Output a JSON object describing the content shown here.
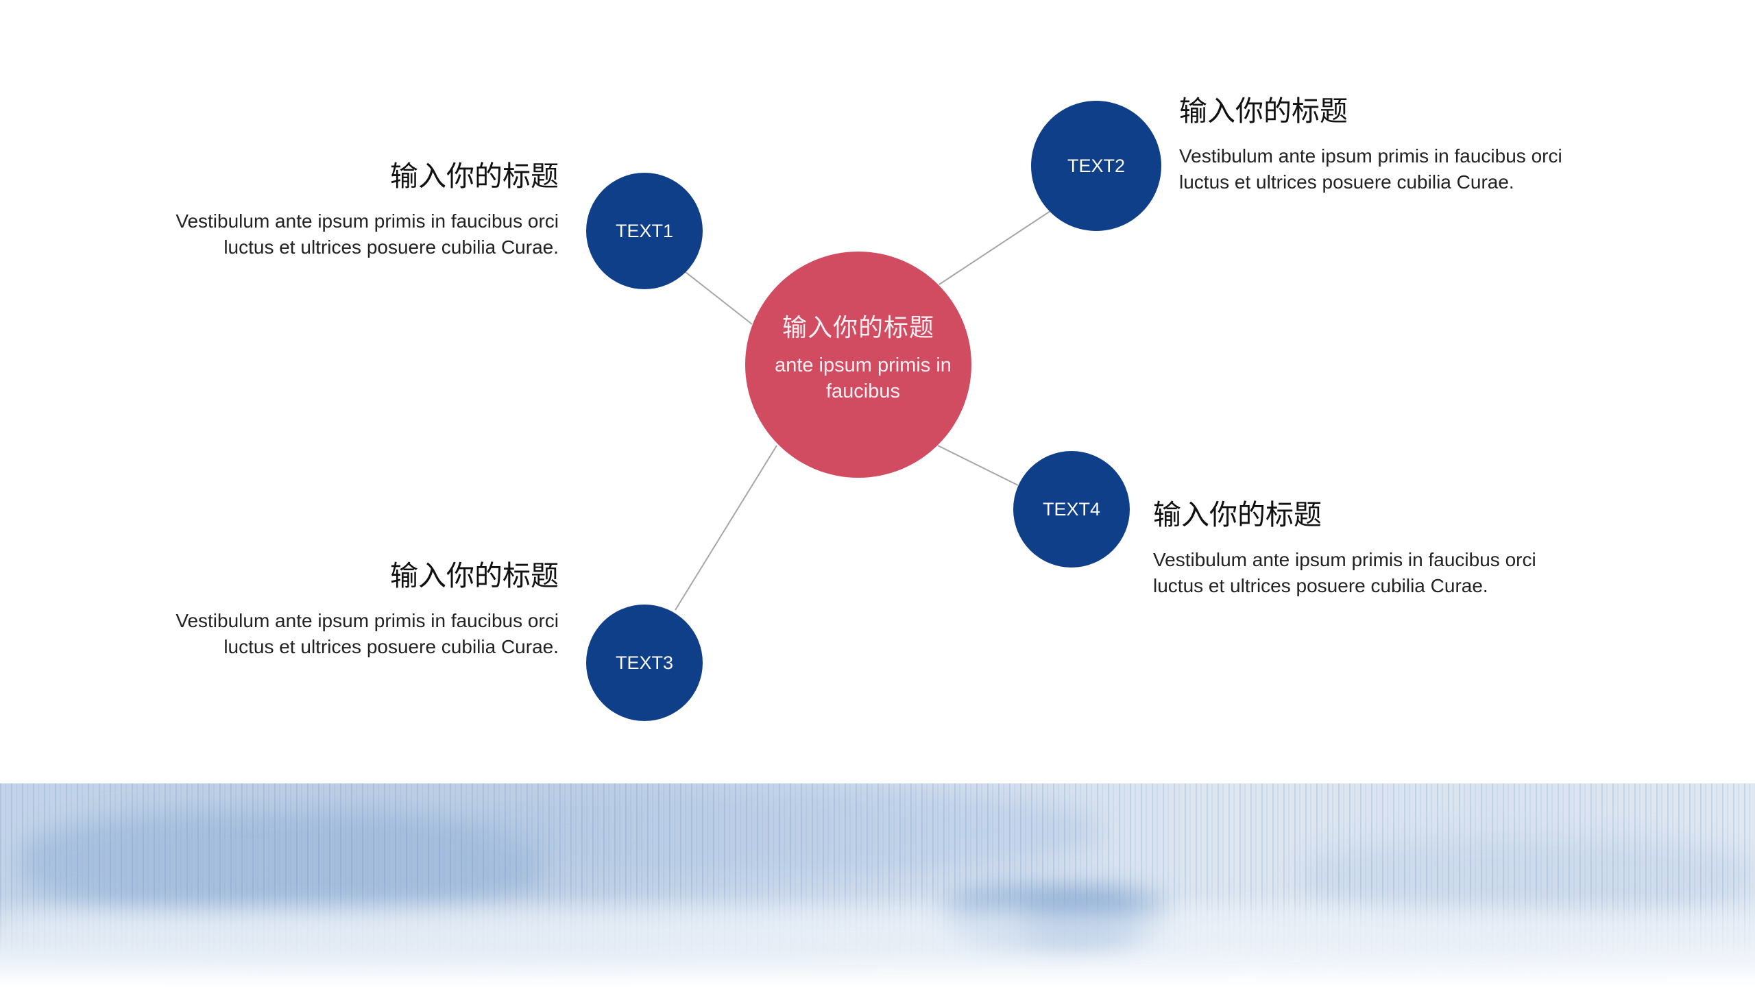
{
  "slide": {
    "center": {
      "title": "输入你的标题",
      "body": "ante ipsum primis in faucibus",
      "color": "#d14b61"
    },
    "nodes": [
      {
        "label": "TEXT1",
        "color": "#103f8a"
      },
      {
        "label": "TEXT2",
        "color": "#103f8a"
      },
      {
        "label": "TEXT3",
        "color": "#103f8a"
      },
      {
        "label": "TEXT4",
        "color": "#103f8a"
      }
    ],
    "blocks": [
      {
        "title": "输入你的标题",
        "desc_line1": "Vestibulum ante ipsum primis in faucibus orci",
        "desc_line2": "luctus et ultrices posuere cubilia Curae."
      },
      {
        "title": "输入你的标题",
        "desc_line1": "Vestibulum ante ipsum primis in faucibus orci",
        "desc_line2": "luctus et ultrices posuere cubilia Curae."
      },
      {
        "title": "输入你的标题",
        "desc_line1": "Vestibulum ante ipsum primis in faucibus orci",
        "desc_line2": "luctus et ultrices posuere cubilia Curae."
      },
      {
        "title": "输入你的标题",
        "desc_line1": "Vestibulum ante ipsum primis in faucibus orci",
        "desc_line2": "luctus et ultrices posuere cubilia Curae."
      }
    ],
    "connector_color": "#a6a6a6"
  }
}
